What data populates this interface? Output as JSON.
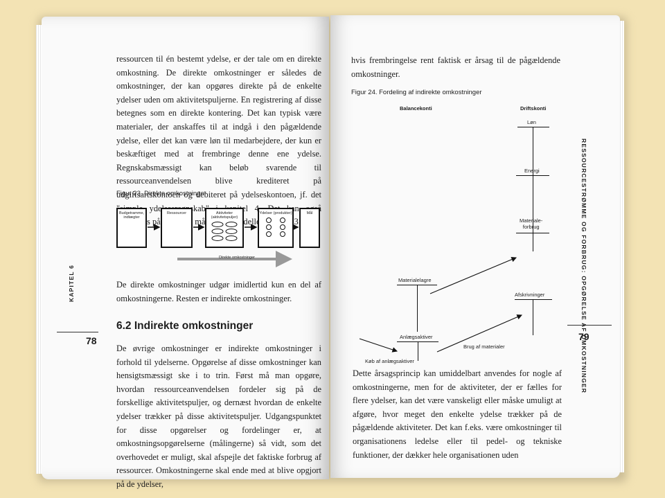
{
  "left_page": {
    "paragraph1": "ressourcen til én bestemt ydelse, er der tale om en direkte omkostning. De direkte omkostninger er således de omkostninger, der kan opgøres direkte på de enkelte ydelser uden om aktivitetspuljerne. En registrering af disse betegnes som en direkte kontering. Det kan typisk være materialer, der anskaffes til at indgå i den pågældende ydelse, eller det kan være løn til medarbejdere, der kun er beskæftiget med at frembringe denne ene ydelse. Regnskabsmæssigt kan beløb svarende til ressourceanvendelsen blive krediteret på udgiftsartskontoen og debiteret på ydelseskontoen, jf. det \"simple ydelsesregnskab\" i kapitel 4. Det kan også illustreres på følgende måde med modellen i figur 23.",
    "figure_caption": "Figur 23. Direkte omkostninger",
    "figure23": {
      "box1": "Budgetramme, indtægter",
      "box2": "Ressourcer",
      "box3": "Aktiviteter (aktivitetspuljer)",
      "box4": "Ydelser (produkter)",
      "box5": "Mål",
      "arrow_label": "Direkte omkostninger"
    },
    "paragraph2": "De direkte omkostninger udgør imidlertid kun en del af omkostningerne. Resten er indirekte omkostninger.",
    "heading": "6.2 Indirekte omkostninger",
    "paragraph3": "De øvrige omkostninger er indirekte omkostninger i forhold til ydelserne. Opgørelse af disse omkostninger kan hensigtsmæssigt ske i to trin. Først må man opgøre, hvordan ressourceanvendelsen fordeler sig på de forskellige aktivitetspuljer, og dernæst hvordan de enkelte ydelser trækker på disse aktivitetspuljer. Udgangspunktet for disse opgørelser og fordelinger er, at omkostningsopgørelserne (målingerne) så vidt, som det overhovedet er muligt, skal afspejle det faktiske forbrug af ressourcer. Omkostningerne skal ende med at blive opgjort på de ydelser,",
    "chapter_label": "KAPITEL 6",
    "page_number": "78"
  },
  "right_page": {
    "paragraph1": "hvis frembringelse rent faktisk er årsag til de pågældende omkostninger.",
    "figure_caption": "Figur 24. Fordeling af indirekte omkostninger",
    "figure24": {
      "col_left": "Balancekonti",
      "col_right": "Driftskonti",
      "lon": "Løn",
      "energi": "Energi",
      "materialeforbrug_1": "Materiale-",
      "materialeforbrug_2": "forbrug",
      "materialelagre": "Materialelagre",
      "afskrivninger": "Afskrivninger",
      "anlaegsaktiver": "Anlægsaktiver",
      "brug_af_materialer": "Brug af materialer",
      "kob_af_anlaegsaktiver": "Køb af anlægsaktiver"
    },
    "paragraph2": "Dette årsagsprincip kan umiddelbart anvendes for nogle af omkostningerne, men for de aktiviteter, der er fælles for flere ydelser, kan det være vanskeligt eller måske umuligt at afgøre, hvor meget den enkelte ydelse trækker på de pågældende aktiviteter. Det kan f.eks. være omkostninger til organisationens ledelse eller til pedel- og tekniske funktioner, der dækker hele organisationen uden",
    "side_title": "RESSOURCESTRØMME OG FORBRUG: OPGØRELSE AF OMKOSTNINGER",
    "page_number": "79"
  }
}
